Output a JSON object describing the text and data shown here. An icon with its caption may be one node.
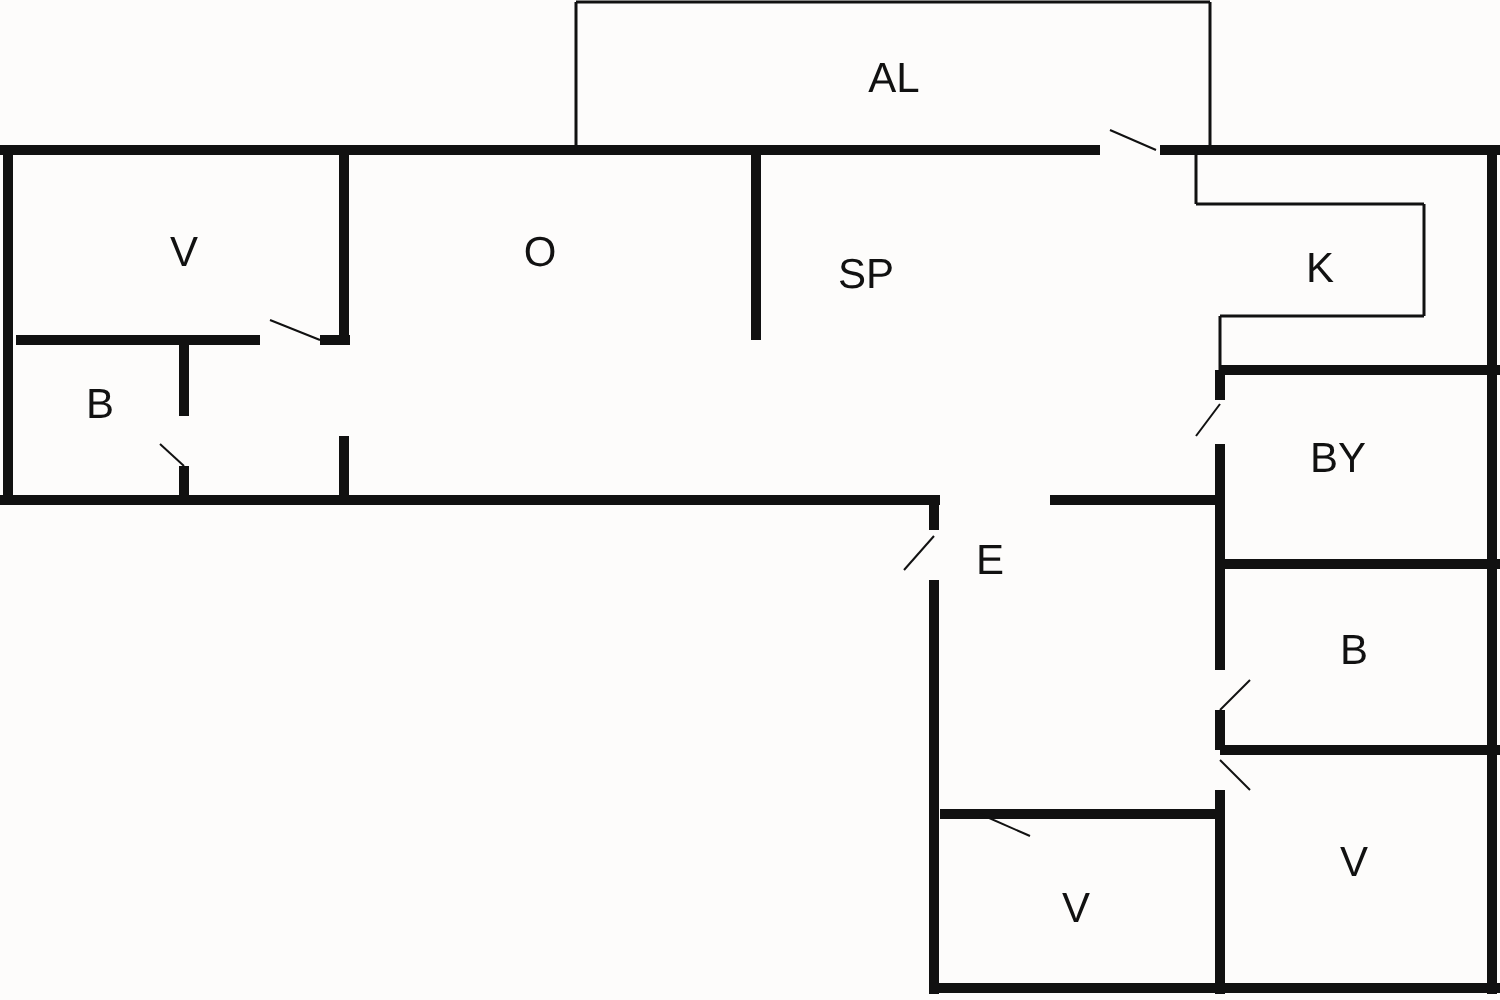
{
  "diagram": {
    "labels": [
      "AL",
      "V",
      "O",
      "SP",
      "K",
      "B",
      "BY",
      "E",
      "B",
      "V",
      "V"
    ]
  }
}
